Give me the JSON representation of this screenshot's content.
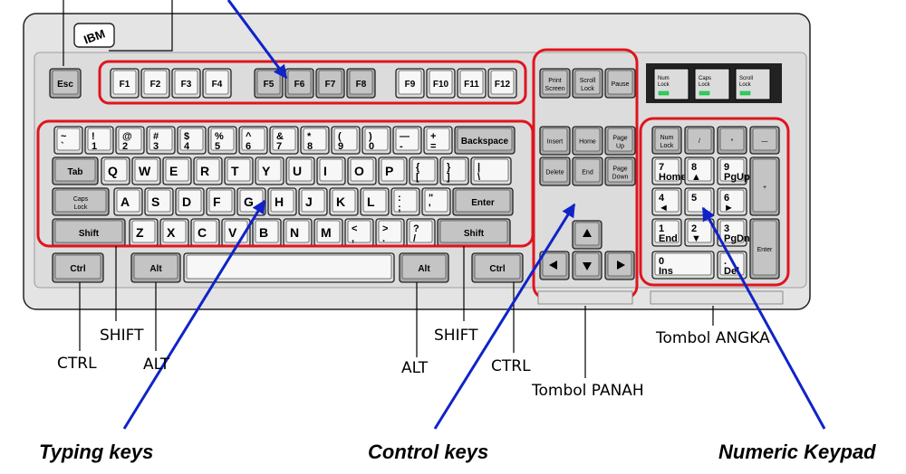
{
  "brand": "IBM",
  "callouts": {
    "shift_left": "SHIFT",
    "ctrl_left": "CTRL",
    "alt_left": "ALT",
    "alt_right": "ALT",
    "shift_right": "SHIFT",
    "ctrl_right": "CTRL",
    "tombol_panah": "Tombol PANAH",
    "tombol_angka": "Tombol ANGKA"
  },
  "captions": {
    "typing": "Typing keys",
    "control": "Control keys",
    "numeric": "Numeric Keypad"
  },
  "indicators": [
    {
      "l1": "Num",
      "l2": "Lock"
    },
    {
      "l1": "Caps",
      "l2": "Lock"
    },
    {
      "l1": "Scroll",
      "l2": "Lock"
    }
  ],
  "colors": {
    "highlight": "#e0141e",
    "arrow": "#1023c8",
    "led": "#2fd24a"
  },
  "keys": {
    "esc": "Esc",
    "fn": [
      "F1",
      "F2",
      "F3",
      "F4",
      "F5",
      "F6",
      "F7",
      "F8",
      "F9",
      "F10",
      "F11",
      "F12"
    ],
    "nav_top": [
      [
        "Print",
        "Screen"
      ],
      [
        "Scroll",
        "Lock"
      ],
      [
        "Pause",
        ""
      ]
    ],
    "num_row": [
      [
        "~",
        "`"
      ],
      [
        "!",
        "1"
      ],
      [
        "@",
        "2"
      ],
      [
        "#",
        "3"
      ],
      [
        "$",
        "4"
      ],
      [
        "%",
        "5"
      ],
      [
        "^",
        "6"
      ],
      [
        "&",
        "7"
      ],
      [
        "*",
        "8"
      ],
      [
        "(",
        "9"
      ],
      [
        ")",
        "0"
      ],
      [
        "—",
        "-"
      ],
      [
        "+",
        "="
      ]
    ],
    "backspace": "Backspace",
    "tab": "Tab",
    "qrow": [
      "Q",
      "W",
      "E",
      "R",
      "T",
      "Y",
      "U",
      "I",
      "O",
      "P"
    ],
    "brackets": [
      [
        "{",
        "["
      ],
      [
        "}",
        "]"
      ],
      [
        "|",
        "\\"
      ]
    ],
    "caps": [
      "Caps",
      "Lock"
    ],
    "arow": [
      "A",
      "S",
      "D",
      "F",
      "G",
      "H",
      "J",
      "K",
      "L"
    ],
    "punct_a": [
      [
        ":",
        ";"
      ],
      [
        "\"",
        "'"
      ]
    ],
    "enter": "Enter",
    "shift": "Shift",
    "zrow": [
      "Z",
      "X",
      "C",
      "V",
      "B",
      "N",
      "M"
    ],
    "punct_z": [
      [
        "<",
        ","
      ],
      [
        ">",
        "."
      ],
      [
        "?",
        "/"
      ]
    ],
    "ctrl": "Ctrl",
    "alt": "Alt",
    "nav_block": [
      [
        "Insert",
        ""
      ],
      [
        "Home",
        ""
      ],
      [
        "Page",
        "Up"
      ],
      [
        "Delete",
        ""
      ],
      [
        "End",
        ""
      ],
      [
        "Page",
        "Down"
      ]
    ],
    "numpad": [
      [
        "Num",
        "Lock"
      ],
      [
        "/",
        ""
      ],
      [
        "*",
        ""
      ],
      [
        "—",
        ""
      ],
      [
        "7",
        "Home"
      ],
      [
        "8",
        "▲"
      ],
      [
        "9",
        "PgUp"
      ],
      [
        "+",
        ""
      ],
      [
        "4",
        "◄"
      ],
      [
        "5",
        ""
      ],
      [
        "6",
        "►"
      ],
      [
        "1",
        "End"
      ],
      [
        "2",
        "▼"
      ],
      [
        "3",
        "PgDn"
      ],
      [
        "Enter",
        ""
      ],
      [
        "0",
        "Ins"
      ],
      [
        ".",
        "Del"
      ]
    ]
  }
}
